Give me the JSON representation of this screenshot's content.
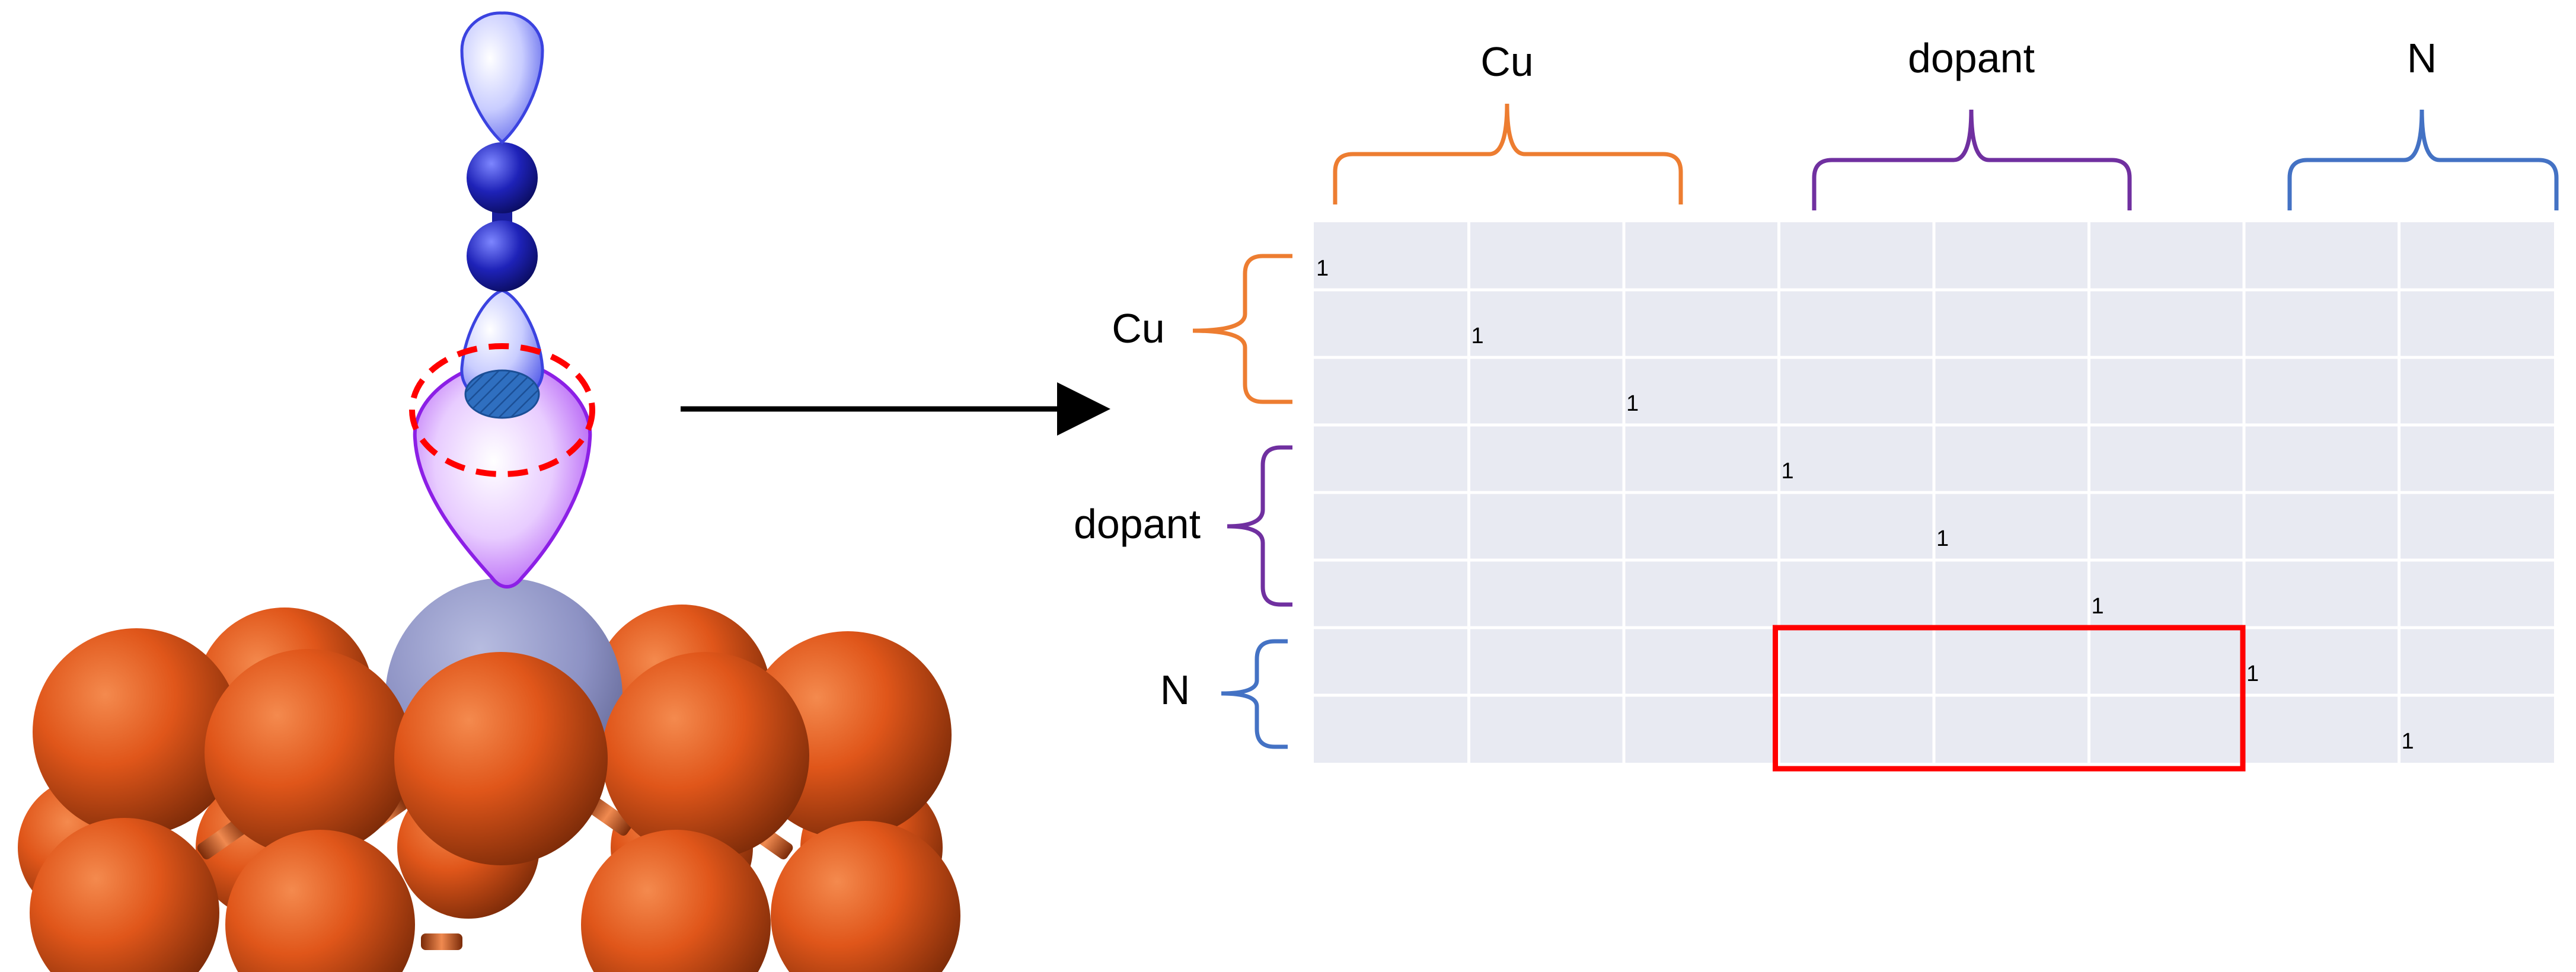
{
  "figure": {
    "column_groups": [
      {
        "label": "Cu",
        "color": "#ED7D31"
      },
      {
        "label": "dopant",
        "color": "#7030A0"
      },
      {
        "label": "N",
        "color": "#4472C4"
      }
    ],
    "row_groups": [
      {
        "label": "Cu",
        "color": "#ED7D31"
      },
      {
        "label": "dopant",
        "color": "#7030A0"
      },
      {
        "label": "N",
        "color": "#4472C4"
      }
    ],
    "matrix": {
      "rows": 8,
      "cols": 8,
      "diagonal_value": "1",
      "cell_color": "#E8EAF2",
      "highlight_color": "#FF0000",
      "highlight_block": "N rows × dopant columns"
    },
    "molecule": {
      "orbital_color": "#A855F7",
      "lobe_color": "#6E79F0",
      "n_atom_color": "#1E22B8",
      "cu_atom_color": "#E0561A",
      "dopant_atom_color": "#8D92C4",
      "selection_color": "#FF0000"
    }
  }
}
